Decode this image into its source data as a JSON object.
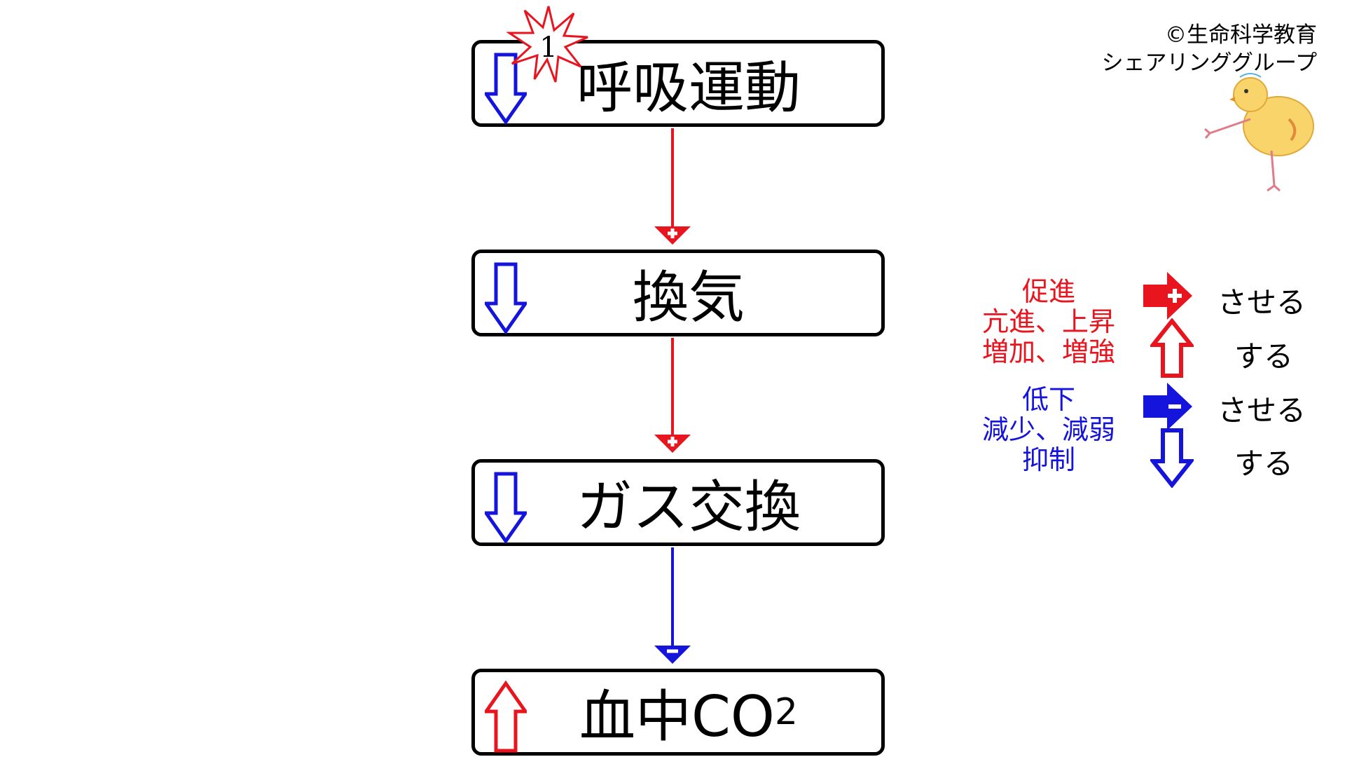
{
  "copyright": {
    "line1": "©生命科学教育",
    "line2": "シェアリンググループ"
  },
  "flow": {
    "nodes": [
      {
        "label": "呼吸運動",
        "indicator": "down"
      },
      {
        "label": "換気",
        "indicator": "down"
      },
      {
        "label": "ガス交換",
        "indicator": "down"
      },
      {
        "label_main": "血中CO",
        "label_sub": "2",
        "indicator": "up"
      }
    ],
    "edges": [
      {
        "from": "呼吸運動",
        "to": "換気",
        "sign": "+",
        "color": "#e8141e"
      },
      {
        "from": "換気",
        "to": "ガス交換",
        "sign": "+",
        "color": "#e8141e"
      },
      {
        "from": "ガス交換",
        "to": "血中CO2",
        "sign": "-",
        "color": "#1414dc"
      }
    ],
    "badge_number": "1"
  },
  "legend": {
    "promote_words": [
      "促進",
      "亢進、上昇",
      "増加、増強"
    ],
    "inhibit_words": [
      "低下",
      "減少、減弱",
      "抑制"
    ],
    "promote_arrow_label": "させる",
    "up_arrow_label": "する",
    "inhibit_arrow_label": "させる",
    "down_arrow_label": "する",
    "colors": {
      "promote": "#e8141e",
      "inhibit": "#1414dc"
    }
  }
}
